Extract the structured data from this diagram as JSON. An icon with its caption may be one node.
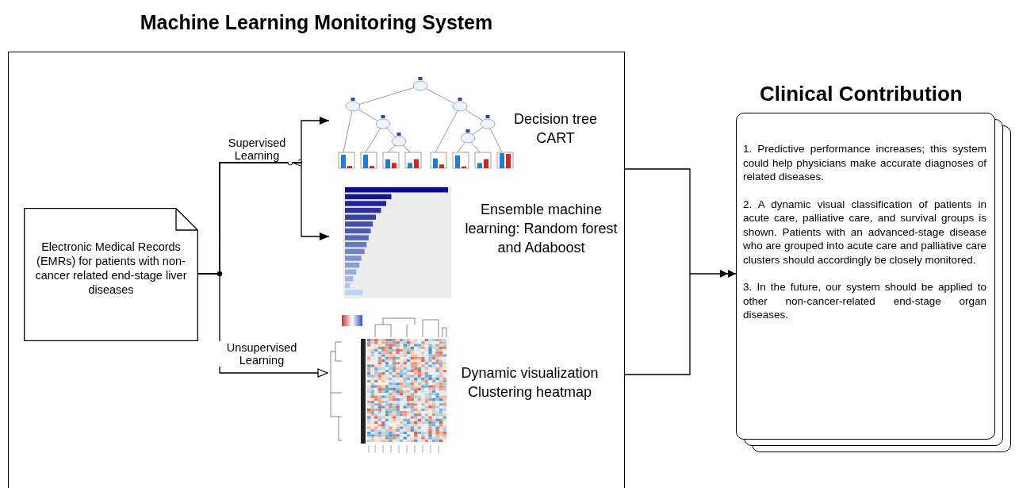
{
  "diagram": {
    "nodes": [
      {
        "text": [
          "Machine Learning Monitoring System"
        ]
      },
      {
        "text": [
          "Electronic Medical Records (EMRs) for patients with non-cancer related end-stage liver diseases"
        ],
        "in": 0
      },
      {
        "text": [],
        "shape": "picture",
        "in": 0,
        "beside": [
          "Decision tree CART"
        ]
      },
      {
        "text": [],
        "shape": "picture",
        "in": 0,
        "beside": [
          "Ensemble machine learning: Random forest and Adaboost"
        ]
      },
      {
        "text": [],
        "shape": "picture",
        "in": 0,
        "beside": [
          "Dynamic visualization Clustering heatmap"
        ]
      },
      {
        "text": [
          "Clinical Contribution",
          "1. Predictive performance increases; this system could help physicians make accurate diagnoses of related diseases.",
          "2. A dynamic visual classification of patients in acute care, palliative care, and survival groups is shown. Patients with an advanced-stage disease who are grouped into acute care and palliative care clusters should accordingly be closely monitored.",
          "3. In the future, our system should be applied to other non-cancer-related end-stage organ diseases."
        ]
      }
    ],
    "edges": [
      {
        "from": 1,
        "to": 2,
        "arrow": "to",
        "label": "Supervised Learning"
      },
      {
        "from": 1,
        "to": 3,
        "arrow": "to"
      },
      {
        "from": 1,
        "to": 4,
        "arrow": "to",
        "label": "Unsupervised Learning"
      },
      {
        "from": 0,
        "to": 5,
        "arrow": "to"
      }
    ]
  }
}
